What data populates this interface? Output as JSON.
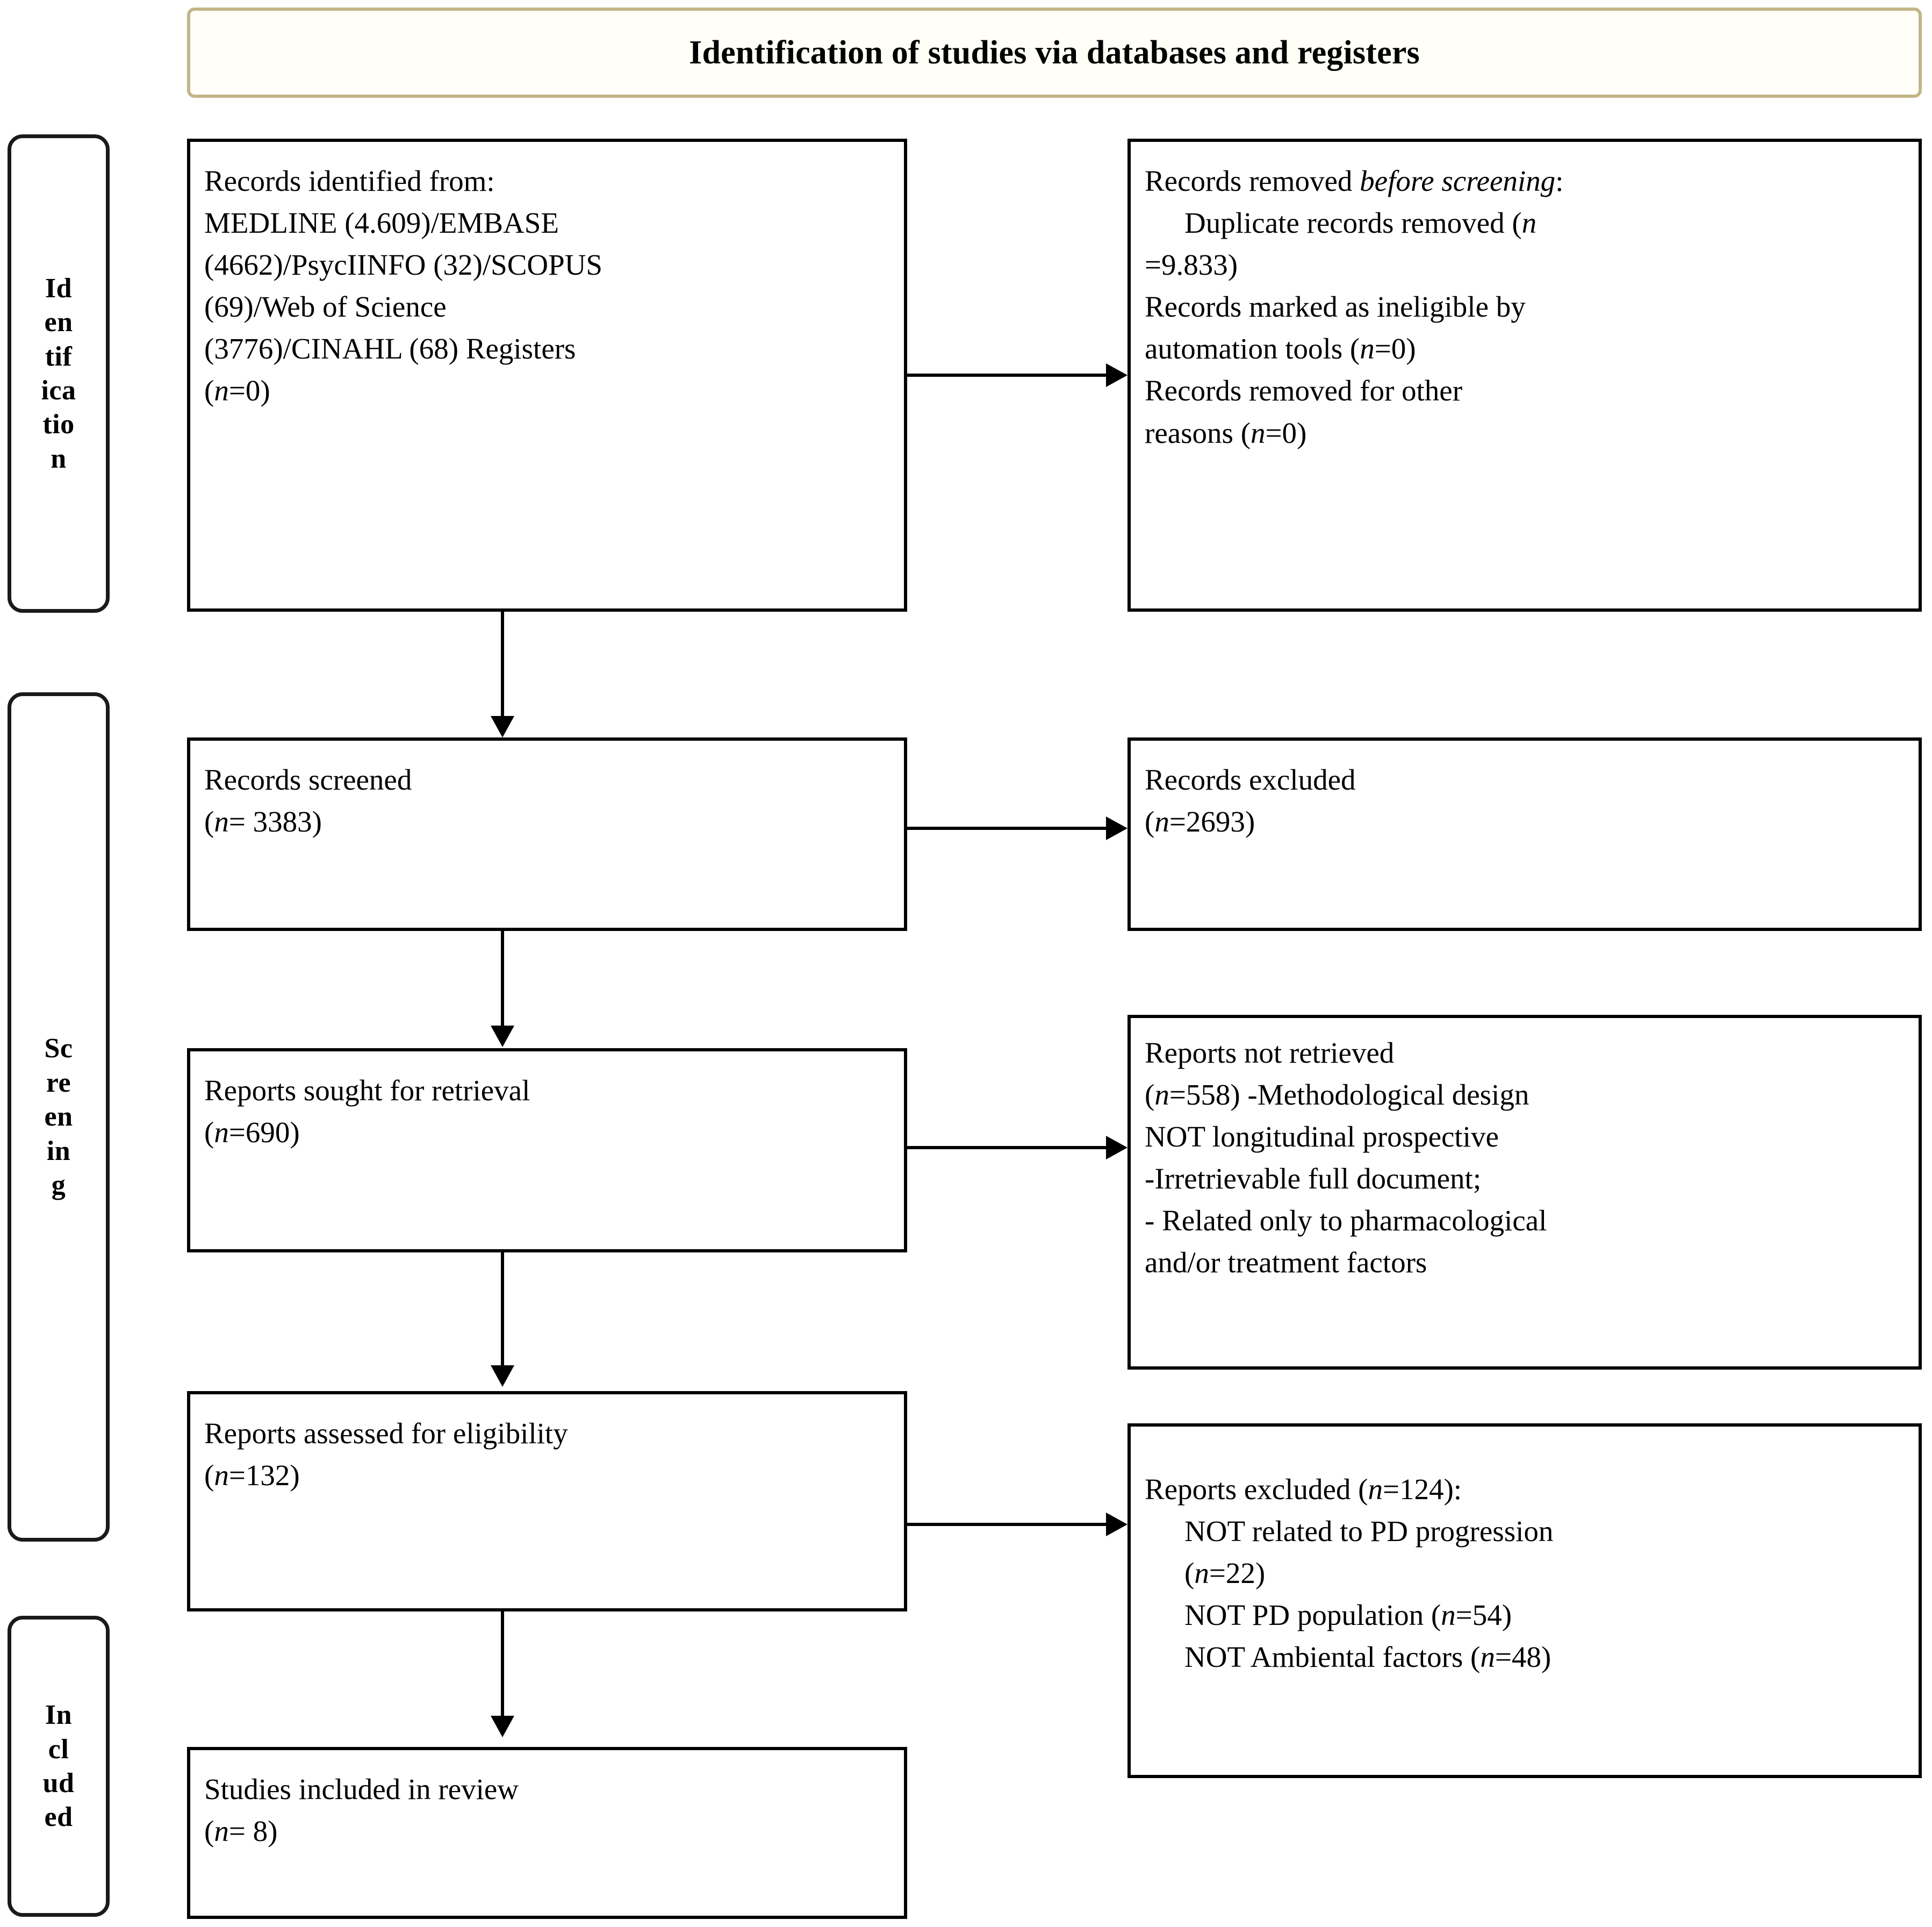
{
  "banner": {
    "title": "Identification of studies via databases and registers"
  },
  "stages": [
    {
      "name": "identification",
      "lines": [
        "Id",
        "en",
        "tif",
        "ica",
        "tio",
        "n"
      ]
    },
    {
      "name": "screening",
      "lines": [
        "Sc",
        "re",
        "en",
        "in",
        "g"
      ]
    },
    {
      "name": "included",
      "lines": [
        "In",
        "cl",
        "ud",
        "ed"
      ]
    }
  ],
  "boxes": {
    "records_identified": {
      "l1": "Records identified from:",
      "l2": "MEDLINE (4.609)/EMBASE",
      "l3": "(4662)/PsycIINFO (32)/SCOPUS",
      "l4": "(69)/Web of Science",
      "l5": "(3776)/CINAHL (68) Registers",
      "l6_pre": "(",
      "l6_n": "n",
      "l6_post": "=0)"
    },
    "records_removed": {
      "title_pre": "Records removed ",
      "title_ital": "before screening",
      "title_post": ":",
      "d1_pre": "Duplicate records removed (",
      "d1_n": "n",
      "d2": "=9.833)",
      "d3": "Records marked as ineligible by",
      "d4_pre": "automation tools (",
      "d4_n": "n",
      "d4_post": "=0)",
      "d5": "Records removed for other",
      "d6_pre": "reasons (",
      "d6_n": "n",
      "d6_post": "=0)"
    },
    "records_screened": {
      "l1": "Records screened",
      "l2_pre": "(",
      "l2_n": "n",
      "l2_post": "= 3383)"
    },
    "records_excluded": {
      "l1": "Records excluded",
      "l2_pre": "(",
      "l2_n": "n",
      "l2_post": "=2693)"
    },
    "reports_sought": {
      "l1": "Reports sought for retrieval",
      "l2_pre": "(",
      "l2_n": "n",
      "l2_post": "=690)"
    },
    "reports_not_retrieved": {
      "l1": "Reports not retrieved",
      "l2_pre": "(",
      "l2_n": "n",
      "l2_post": "=558) -Methodological design",
      "l3": "NOT longitudinal prospective",
      "l4": "-Irretrievable full document;",
      "l5": "- Related only to pharmacological",
      "l6": "and/or treatment factors"
    },
    "reports_assessed": {
      "l1": "Reports assessed for eligibility",
      "l2_pre": "(",
      "l2_n": "n",
      "l2_post": "=132)"
    },
    "reports_excluded": {
      "l1_pre": "Reports excluded (",
      "l1_n": "n",
      "l1_post": "=124):",
      "l2": "NOT related to PD progression",
      "l3_pre": "(",
      "l3_n": "n",
      "l3_post": "=22)",
      "l4_pre": "NOT PD population (",
      "l4_n": "n",
      "l4_post": "=54)",
      "l5_pre": "NOT Ambiental factors (",
      "l5_n": "n",
      "l5_post": "=48)"
    },
    "studies_included": {
      "l1": "Studies included in review",
      "l2_pre": "(",
      "l2_n": "n",
      "l2_post": "= 8)"
    }
  },
  "colors": {
    "banner_border": "#c3b587",
    "banner_bg": "#fffef7",
    "box_border": "#000000",
    "text": "#000000"
  }
}
